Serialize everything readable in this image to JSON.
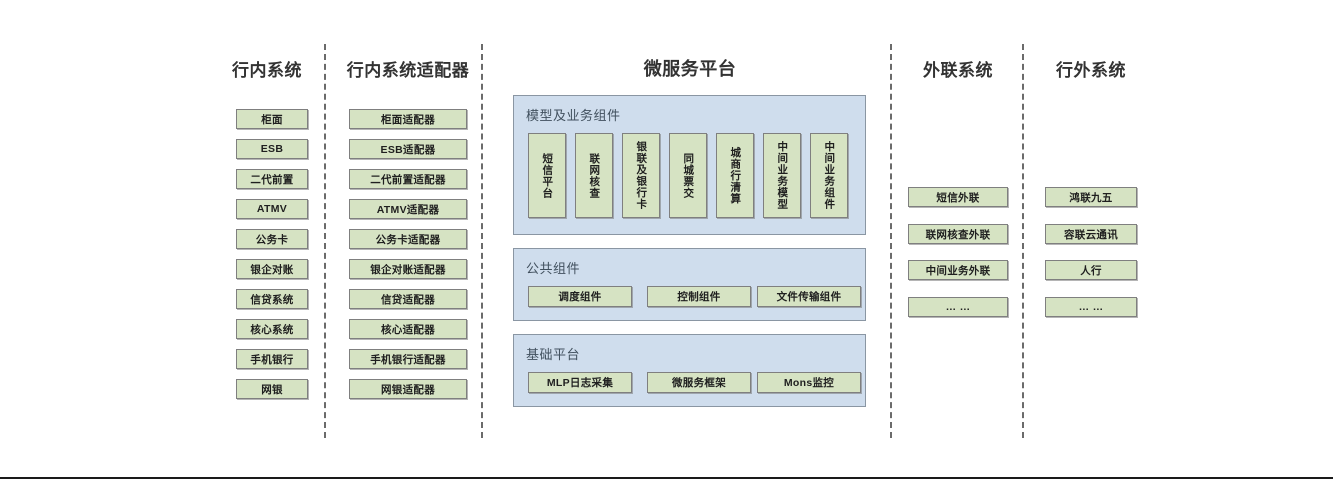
{
  "columns": {
    "internal_systems": {
      "title": "行内系统",
      "items": [
        "柜面",
        "ESB",
        "二代前置",
        "ATMV",
        "公务卡",
        "银企对账",
        "信贷系统",
        "核心系统",
        "手机银行",
        "网银"
      ]
    },
    "internal_adapters": {
      "title": "行内系统适配器",
      "items": [
        "柜面适配器",
        "ESB适配器",
        "二代前置适配器",
        "ATMV适配器",
        "公务卡适配器",
        "银企对账适配器",
        "信贷适配器",
        "核心适配器",
        "手机银行适配器",
        "网银适配器"
      ]
    },
    "microservice_platform": {
      "title": "微服务平台",
      "sections": [
        {
          "title": "模型及业务组件",
          "items": [
            "短信平台",
            "联网核查",
            "银联及银行卡",
            "同城票交",
            "城商行清算",
            "中间业务模型",
            "中间业务组件"
          ]
        },
        {
          "title": "公共组件",
          "items": [
            "调度组件",
            "控制组件",
            "文件传输组件"
          ]
        },
        {
          "title": "基础平台",
          "items": [
            "MLP日志采集",
            "微服务框架",
            "Mons监控"
          ]
        }
      ]
    },
    "external_link_systems": {
      "title": "外联系统",
      "items": [
        "短信外联",
        "联网核查外联",
        "中间业务外联",
        "… …"
      ]
    },
    "outside_bank_systems": {
      "title": "行外系统",
      "items": [
        "鸿联九五",
        "容联云通讯",
        "人行",
        "… …"
      ]
    }
  },
  "colors": {
    "node_fill": "#d6e3c3",
    "node_border": "#7f7f7f",
    "panel_fill": "#cfdded",
    "panel_border": "#8a96a3",
    "title_text": "#333333",
    "panel_title_text": "#41505e",
    "divider": "#6b6b6b"
  }
}
